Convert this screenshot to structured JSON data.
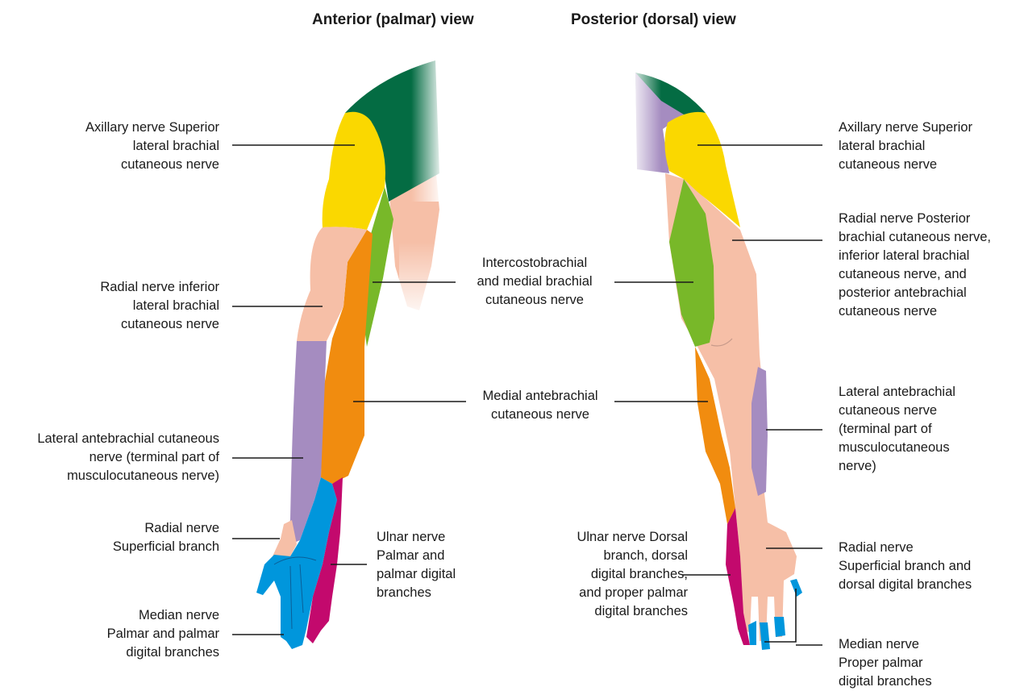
{
  "titles": {
    "anterior": "Anterior (palmar) view",
    "posterior": "Posterior (dorsal) view"
  },
  "labels": {
    "ant_axillary": "Axillary nerve Superior\nlateral brachial\ncutaneous nerve",
    "ant_radial_inferior": "Radial nerve inferior\nlateral brachial\ncutaneous nerve",
    "ant_lateral_antebrachial": "Lateral antebrachial cutaneous\nnerve (terminal part of\nmusculocutaneous nerve)",
    "ant_radial_superficial": "Radial nerve\nSuperficial branch",
    "ant_median": "Median nerve\nPalmar and palmar\ndigital branches",
    "ant_ulnar": "Ulnar nerve\nPalmar and\npalmar digital\nbranches",
    "mid_intercostobrachial": "Intercostobrachial\nand medial brachial\ncutaneous nerve",
    "mid_medial_antebrachial": "Medial antebrachial\ncutaneous nerve",
    "post_ulnar_dorsal": "Ulnar nerve Dorsal\nbranch, dorsal\ndigital branches,\nand proper palmar\ndigital branches",
    "post_axillary": "Axillary nerve Superior\nlateral brachial\ncutaneous nerve",
    "post_radial_posterior": "Radial nerve Posterior\nbrachial cutaneous nerve,\ninferior lateral brachial\ncutaneous nerve, and\nposterior antebrachial\ncutaneous nerve",
    "post_lateral_antebrachial": "Lateral antebrachial\ncutaneous nerve\n(terminal part of\nmusculocutaneous\nnerve)",
    "post_radial_superficial": "Radial nerve\nSuperficial branch and\ndorsal digital branches",
    "post_median": "Median nerve\nProper palmar\ndigital branches"
  },
  "colors": {
    "axillary_shoulder": "#046c43",
    "axillary_lateral": "#fad800",
    "intercostobrachial": "#78b829",
    "radial_skin": "#f6bfa7",
    "medial_antebrachial": "#f18c0f",
    "lateral_antebrachial": "#a58cc0",
    "median": "#0096dc",
    "ulnar": "#c3096d",
    "leader_line": "#1a1a1a"
  }
}
